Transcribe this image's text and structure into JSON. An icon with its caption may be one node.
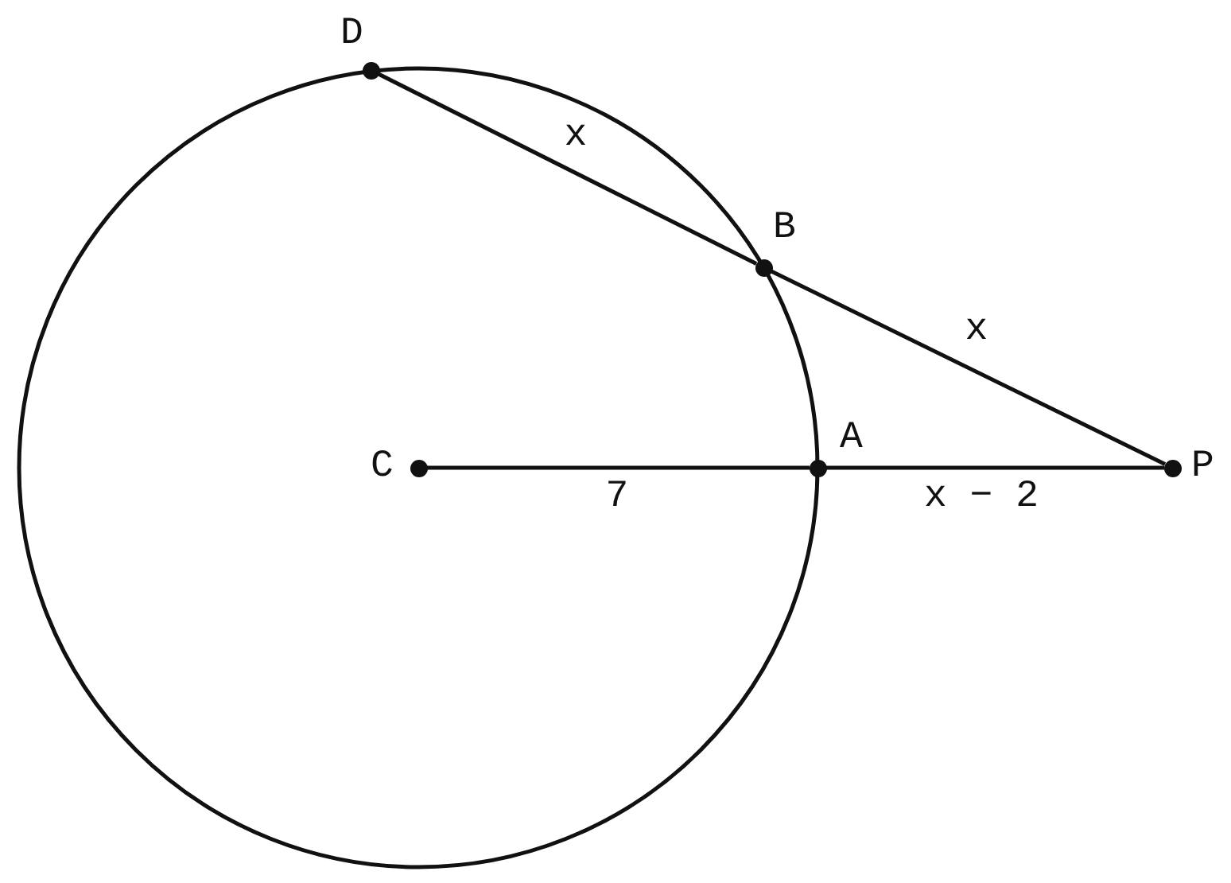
{
  "diagram": {
    "nodes": [
      {
        "text": [
          "D"
        ]
      },
      {
        "text": [
          "B"
        ]
      },
      {
        "text": [
          "C"
        ]
      },
      {
        "text": [
          "A"
        ]
      },
      {
        "text": [
          "P"
        ]
      }
    ],
    "edges": [
      {
        "from": 0,
        "to": 1,
        "arrow": "none",
        "label": "x"
      },
      {
        "from": 1,
        "to": 4,
        "arrow": "none",
        "label": "x"
      },
      {
        "from": 2,
        "to": 3,
        "arrow": "none",
        "label": "7"
      },
      {
        "from": 3,
        "to": 4,
        "arrow": "none",
        "label": "x − 2"
      }
    ]
  }
}
